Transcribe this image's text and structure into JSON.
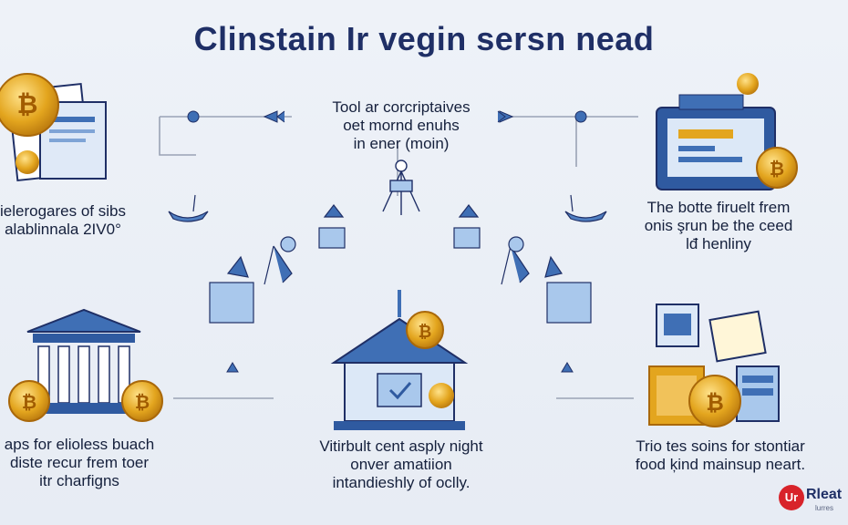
{
  "title": "Clinstain Ir vegin sersn nead",
  "blocks": {
    "center_top": [
      "Tool ar corcriptaives",
      "oet mornd enuhs",
      "in ener (moin)"
    ],
    "left_top": [
      "ielerogares of sibs",
      "alablinnala 2IV0°"
    ],
    "right_top": [
      "The botte firuelt frem",
      "onis şrun be the ceed",
      "lđ henliny"
    ],
    "left_bottom": [
      "aps for elioless buach",
      "diste recur frem toer",
      "itr charfigns"
    ],
    "center_bottom": [
      "Vitirbult cent asply night",
      "onver amatiion",
      "intandieshly of oclly."
    ],
    "right_bottom": [
      "Trio tes soins for stontiar",
      "food ķind mainsup neart."
    ]
  },
  "logo": {
    "mark": "Ur",
    "word": "Rleat",
    "sub": "lurres"
  },
  "colors": {
    "navy": "#1f2f66",
    "blue": "#3f6fb5",
    "light_blue": "#a9c8ec",
    "gold": "#e3a51e",
    "red": "#d8232a"
  },
  "icons": [
    "coin-document-icon",
    "monitor-coin-icon",
    "bank-coin-icon",
    "central-bank-icon",
    "tablet-coin-stack-icon",
    "robot-figure-icon",
    "gear-connector-icon",
    "boat-icon"
  ]
}
